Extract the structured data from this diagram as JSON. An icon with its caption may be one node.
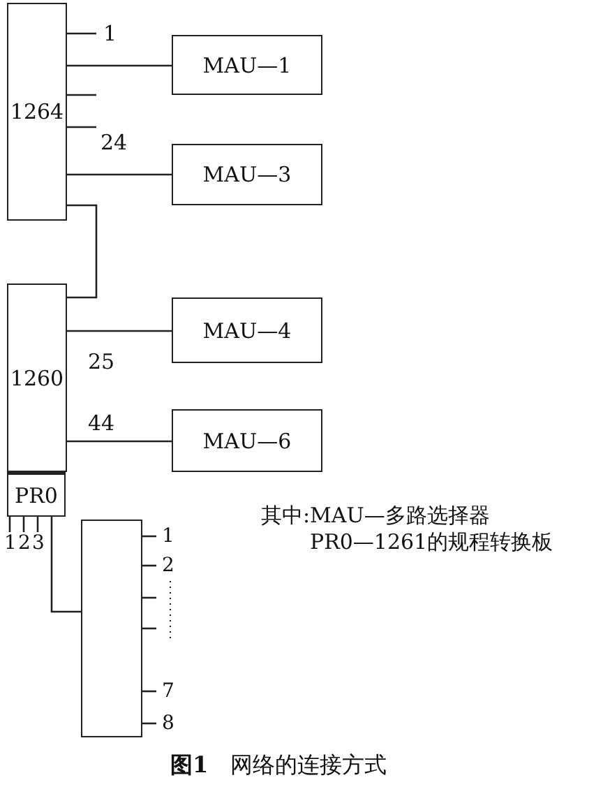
{
  "diagram": {
    "caption": "**图1**　网络的连接方式",
    "nodes": [
      {
        "text": [
          "1264"
        ],
        "beside": [
          "1",
          "24"
        ]
      },
      {
        "text": [
          "MAU—1"
        ]
      },
      {
        "text": [
          "MAU—3"
        ]
      },
      {
        "text": [
          "1260"
        ]
      },
      {
        "text": [
          "MAU—4"
        ]
      },
      {
        "text": [
          "MAU—6"
        ]
      },
      {
        "text": [
          "PR0"
        ],
        "beside": [
          "1",
          "2",
          "3"
        ]
      },
      {
        "text": [],
        "shape": "box",
        "beside": [
          "1",
          "2",
          "7",
          "8"
        ]
      }
    ],
    "edges": [
      {
        "from": 0,
        "to": 1,
        "arrow": "none"
      },
      {
        "from": 0,
        "to": 2,
        "arrow": "none"
      },
      {
        "from": 0,
        "to": 3,
        "arrow": "none"
      },
      {
        "from": 3,
        "to": 4,
        "arrow": "none"
      },
      {
        "from": 3,
        "to": 5,
        "arrow": "none"
      },
      {
        "from": 6,
        "to": 7,
        "arrow": "none"
      }
    ],
    "labels": [
      "25",
      "44",
      "其中:MAU—多路选择器",
      "PR0—1261的规程转换板"
    ]
  }
}
